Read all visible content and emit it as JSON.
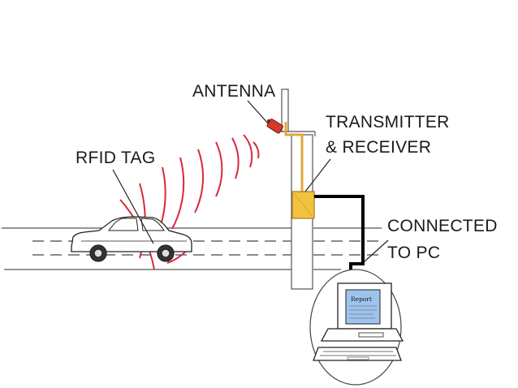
{
  "labels": {
    "antenna": "ANTENNA",
    "transmitter": "TRANSMITTER",
    "receiver": "& RECEIVER",
    "rfid_tag": "RFID TAG",
    "connected": "CONNECTED",
    "to_pc": "TO PC",
    "screen": "Report"
  },
  "colors": {
    "signal_wave": "#d8293a",
    "antenna_body": "#d23a2a",
    "reader_box": "#f0c23f",
    "cable": "#000000",
    "monitor_screen": "#9ec4ee",
    "road_line": "#333333"
  },
  "icons": [
    "car-icon",
    "antenna-icon",
    "reader-box-icon",
    "computer-icon"
  ]
}
